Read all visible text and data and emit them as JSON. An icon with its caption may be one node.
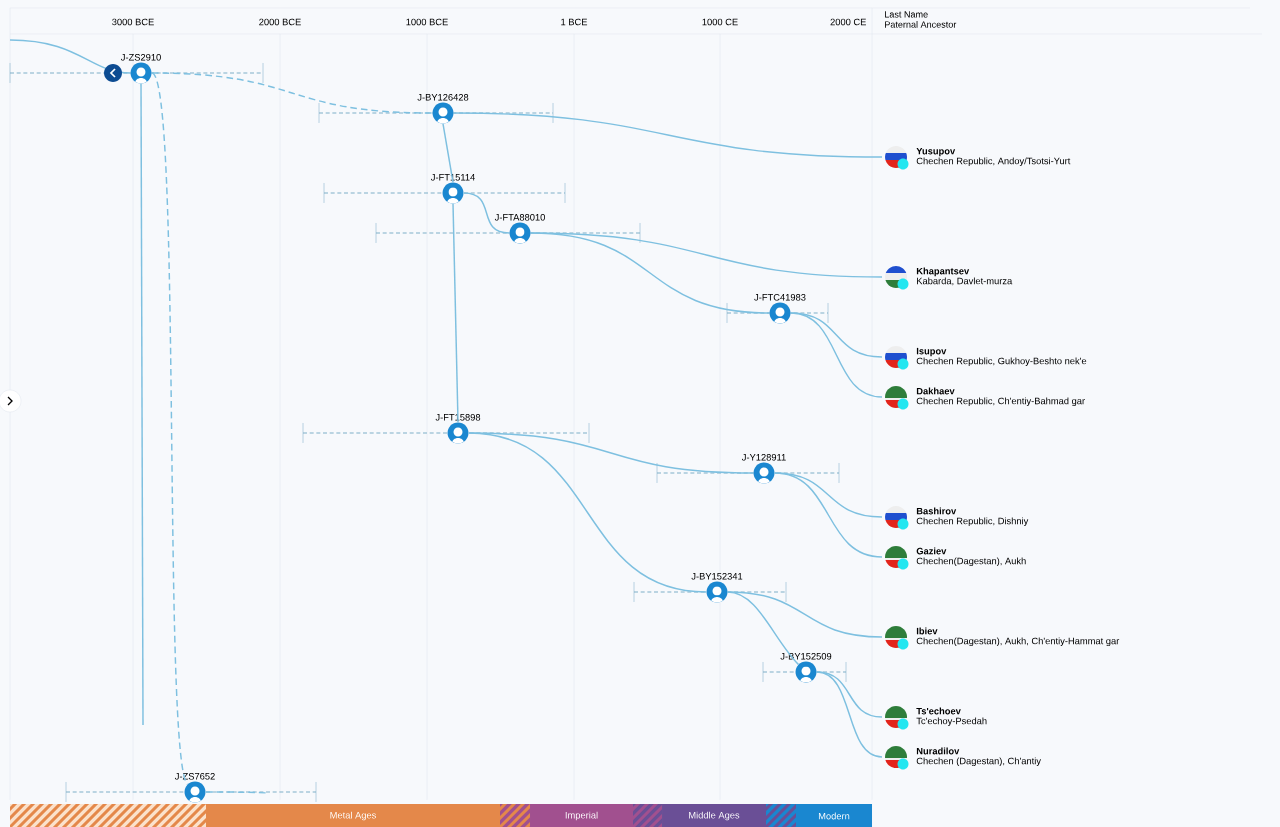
{
  "diagram": {
    "nodes": [
      {
        "text": [
          "J-ZS2910"
        ]
      },
      {
        "text": [
          "J-BY126428"
        ]
      },
      {
        "text": [
          "J-FT15114"
        ]
      },
      {
        "text": [
          "J-FTA88010"
        ]
      },
      {
        "text": [
          "J-FTC41983"
        ]
      },
      {
        "text": [
          "J-FT15898"
        ]
      },
      {
        "text": [
          "J-Y128911"
        ]
      },
      {
        "text": [
          "J-BY152341"
        ]
      },
      {
        "text": [
          "J-BY152509"
        ]
      },
      {
        "text": [
          "J-ZS7652"
        ]
      },
      {
        "text": [
          "Yusupov",
          "Chechen Republic, Andoy/Tsotsi-Yurt"
        ]
      },
      {
        "text": [
          "Khapantsev",
          "Kabarda, Davlet-murza"
        ]
      },
      {
        "text": [
          "Isupov",
          "Chechen Republic, Gukhoy-Beshto nek'e"
        ]
      },
      {
        "text": [
          "Dakhaev",
          "Chechen Republic, Ch'entiy-Bahmad gar"
        ]
      },
      {
        "text": [
          "Bashirov",
          "Chechen Republic, Dishniy"
        ]
      },
      {
        "text": [
          "Gaziev",
          "Chechen(Dagestan), Aukh"
        ]
      },
      {
        "text": [
          "Ibiev",
          "Chechen(Dagestan), Aukh, Ch'entiy-Hammat gar"
        ]
      },
      {
        "text": [
          "Ts'echoev",
          "Tc'echoy-Psedah"
        ]
      },
      {
        "text": [
          "Nuradilov",
          "Chechen (Dagestan), Ch'antiy"
        ]
      }
    ],
    "edges": [
      {
        "from": null,
        "to": 0,
        "arrow": "none"
      },
      {
        "from": 0,
        "to": 1,
        "arrow": "none",
        "style": "dashed"
      },
      {
        "from": 0,
        "to": 9,
        "arrow": "none",
        "style": "dashed"
      },
      {
        "from": 0,
        "to": null,
        "arrow": "none"
      },
      {
        "from": 9,
        "to": null,
        "arrow": "none",
        "style": "dashed"
      },
      {
        "from": 1,
        "to": 2,
        "arrow": "none"
      },
      {
        "from": 1,
        "to": 10,
        "arrow": "none"
      },
      {
        "from": 2,
        "to": 3,
        "arrow": "none"
      },
      {
        "from": 2,
        "to": 5,
        "arrow": "none"
      },
      {
        "from": 3,
        "to": 11,
        "arrow": "none"
      },
      {
        "from": 3,
        "to": 4,
        "arrow": "none"
      },
      {
        "from": 4,
        "to": 12,
        "arrow": "none"
      },
      {
        "from": 4,
        "to": 13,
        "arrow": "none"
      },
      {
        "from": 5,
        "to": 6,
        "arrow": "none"
      },
      {
        "from": 5,
        "to": 7,
        "arrow": "none"
      },
      {
        "from": 6,
        "to": 14,
        "arrow": "none"
      },
      {
        "from": 6,
        "to": 15,
        "arrow": "none"
      },
      {
        "from": 7,
        "to": 16,
        "arrow": "none"
      },
      {
        "from": 7,
        "to": 8,
        "arrow": "none"
      },
      {
        "from": 8,
        "to": 17,
        "arrow": "none"
      },
      {
        "from": 8,
        "to": 18,
        "arrow": "none"
      }
    ],
    "labels": [
      "3000 BCE",
      "2000 BCE",
      "1000 BCE",
      "1 BCE",
      "1000 CE",
      "2000 CE",
      "Last Name",
      "Paternal Ancestor",
      "Metal Ages",
      "Imperial",
      "Middle Ages",
      "Modern"
    ]
  }
}
